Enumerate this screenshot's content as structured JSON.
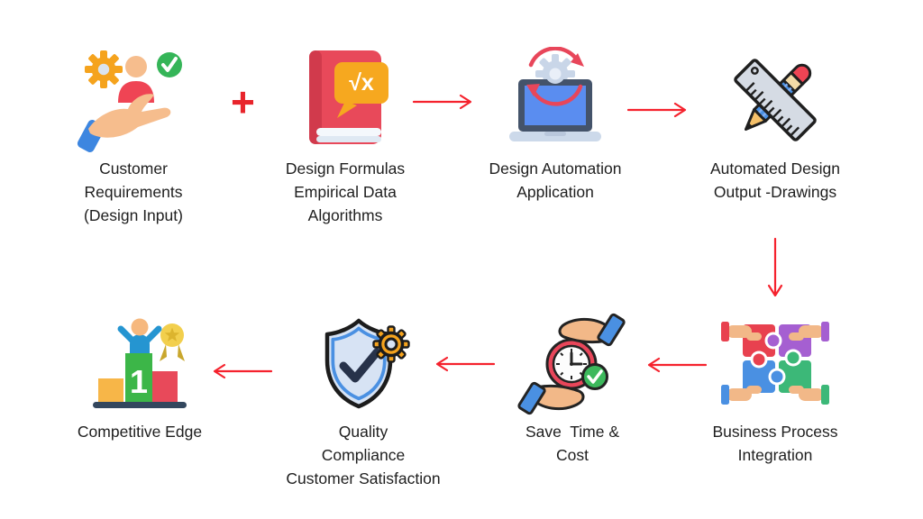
{
  "diagram": {
    "background": "#ffffff",
    "arrow_color": "#f5222d",
    "text_color": "#1e1e1e",
    "plus_sign": "+",
    "nodes": [
      {
        "id": "customer-requirements",
        "icon": "hand-person-gear-check-icon",
        "lines": [
          "Customer",
          "Requirements",
          "(Design Input)"
        ]
      },
      {
        "id": "design-formulas",
        "icon": "formula-book-icon",
        "formula": "√x",
        "lines": [
          "Design Formulas",
          "Empirical Data",
          "Algorithms"
        ]
      },
      {
        "id": "design-automation-application",
        "icon": "laptop-gear-sync-icon",
        "lines": [
          "Design Automation",
          "Application"
        ]
      },
      {
        "id": "automated-design-output",
        "icon": "ruler-pencil-icon",
        "lines": [
          "Automated Design",
          "Output -Drawings"
        ]
      },
      {
        "id": "business-process-integration",
        "icon": "puzzle-hands-icon",
        "lines": [
          "Business Process",
          "Integration"
        ]
      },
      {
        "id": "save-time-cost",
        "icon": "clock-hands-check-icon",
        "lines": [
          "Save  Time &",
          "Cost"
        ]
      },
      {
        "id": "quality-compliance",
        "icon": "shield-check-gear-icon",
        "lines": [
          "Quality",
          "Compliance",
          "Customer Satisfaction"
        ]
      },
      {
        "id": "competitive-edge",
        "icon": "winner-podium-medal-icon",
        "rank": "1",
        "lines": [
          "Competitive Edge"
        ]
      }
    ],
    "flow": [
      "customer-requirements + design-formulas",
      "design-formulas -> design-automation-application",
      "design-automation-application -> automated-design-output",
      "automated-design-output -> business-process-integration",
      "business-process-integration -> save-time-cost",
      "save-time-cost -> quality-compliance",
      "quality-compliance -> competitive-edge"
    ]
  }
}
